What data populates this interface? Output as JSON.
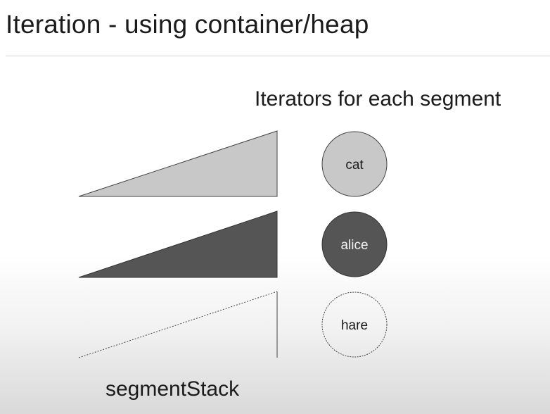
{
  "title": "Iteration - using container/heap",
  "iterators_heading": "Iterators for each segment",
  "stack_label": "segmentStack",
  "colors": {
    "light_fill": "#c8c8c8",
    "dark_fill": "#555555",
    "empty_fill": "none",
    "outline": "#444444",
    "text_dark": "#1b1b1b",
    "text_light": "#f2f2f2"
  },
  "segments": [
    {
      "iterator": "cat",
      "shade": "light"
    },
    {
      "iterator": "alice",
      "shade": "dark"
    },
    {
      "iterator": "hare",
      "shade": "outline-only"
    }
  ]
}
